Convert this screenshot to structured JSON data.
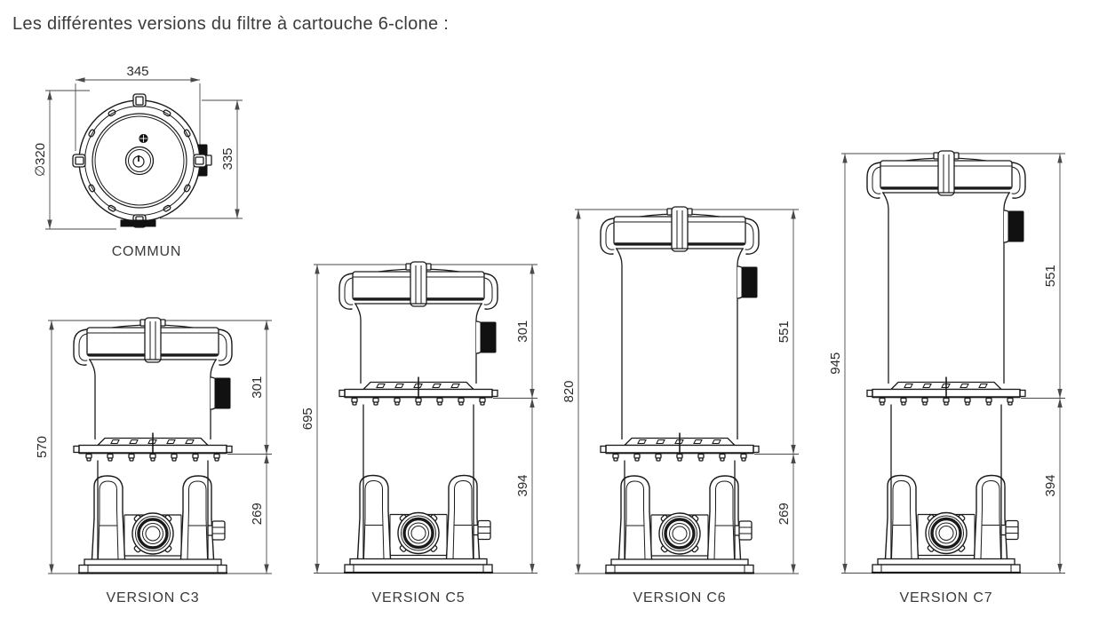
{
  "title": "Les différentes versions du filtre à cartouche 6-clone :",
  "colors": {
    "line": "#1a1a1a",
    "dim_line": "#4a4a4a",
    "dim_text": "#2b2b2b",
    "text": "#3a3a3a",
    "port_fill": "#111111",
    "background": "#ffffff"
  },
  "figures": {
    "commun": {
      "label": "COMMUN",
      "dims": {
        "width": "345",
        "diameter": "∅320",
        "height": "335"
      }
    },
    "versions": [
      {
        "id": "C3",
        "label": "VERSION C3",
        "dims": {
          "total": "570",
          "upper": "301",
          "lower": "269"
        }
      },
      {
        "id": "C5",
        "label": "VERSION C5",
        "dims": {
          "total": "695",
          "upper": "301",
          "lower": "394"
        }
      },
      {
        "id": "C6",
        "label": "VERSION C6",
        "dims": {
          "total": "820",
          "upper": "551",
          "lower": "269"
        }
      },
      {
        "id": "C7",
        "label": "VERSION C7",
        "dims": {
          "total": "945",
          "upper": "551",
          "lower": "394"
        }
      }
    ]
  }
}
